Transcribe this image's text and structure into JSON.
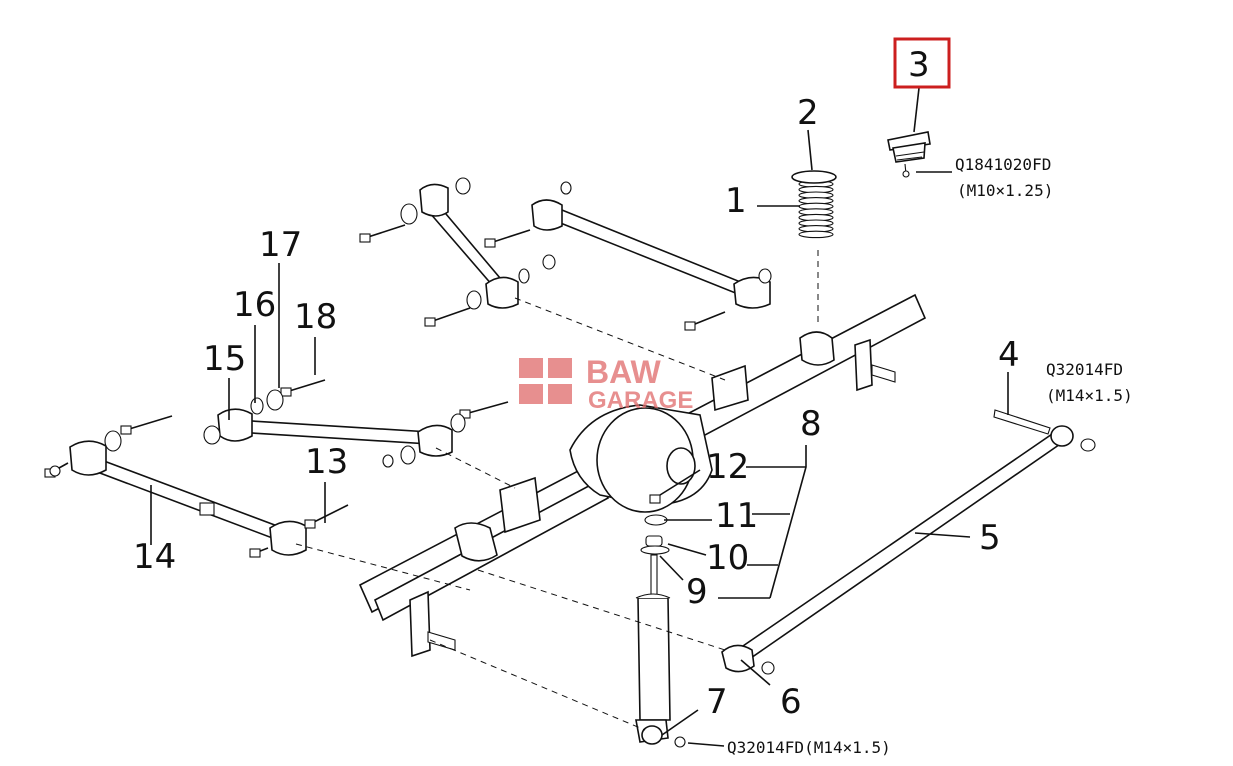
{
  "callouts": [
    {
      "id": "1",
      "label": "1"
    },
    {
      "id": "2",
      "label": "2"
    },
    {
      "id": "3",
      "label": "3"
    },
    {
      "id": "4",
      "label": "4"
    },
    {
      "id": "5",
      "label": "5"
    },
    {
      "id": "6",
      "label": "6"
    },
    {
      "id": "7",
      "label": "7"
    },
    {
      "id": "8",
      "label": "8"
    },
    {
      "id": "9",
      "label": "9"
    },
    {
      "id": "10",
      "label": "10"
    },
    {
      "id": "11",
      "label": "11"
    },
    {
      "id": "12",
      "label": "12"
    },
    {
      "id": "13",
      "label": "13"
    },
    {
      "id": "14",
      "label": "14"
    },
    {
      "id": "15",
      "label": "15"
    },
    {
      "id": "16",
      "label": "16"
    },
    {
      "id": "17",
      "label": "17"
    },
    {
      "id": "18",
      "label": "18"
    }
  ],
  "part_codes": {
    "bump_stop_bolt": "Q1841020FD",
    "bump_stop_thread": "(M10×1.25)",
    "panhard_nut": "Q32014FD",
    "panhard_thread": "(M14×1.5)",
    "shock_nut": "Q32014FD(M14×1.5)"
  },
  "watermark": {
    "line1": "BAW",
    "line2": "GARAGE",
    "color": "#e06a6a"
  },
  "highlight_color": "#cc1f1f"
}
